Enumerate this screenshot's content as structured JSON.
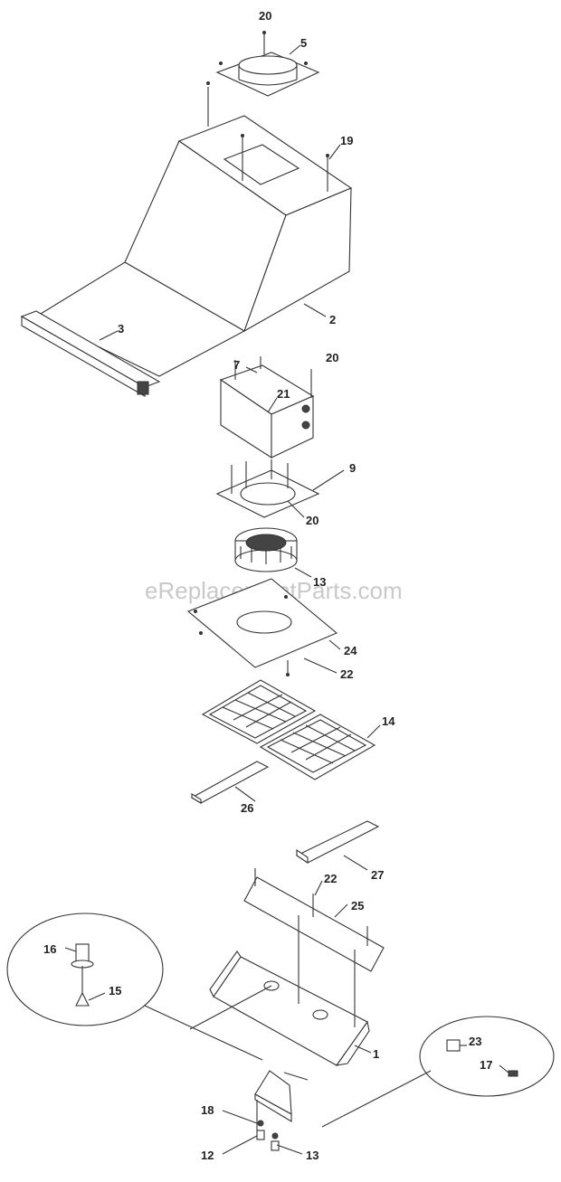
{
  "watermark": "eReplacementParts.com",
  "callouts": [
    "20",
    "5",
    "19",
    "3",
    "2",
    "7",
    "20",
    "21",
    "9",
    "20",
    "13",
    "24",
    "22",
    "14",
    "26",
    "27",
    "22",
    "25",
    "16",
    "15",
    "1",
    "23",
    "17",
    "18",
    "12",
    "13"
  ]
}
